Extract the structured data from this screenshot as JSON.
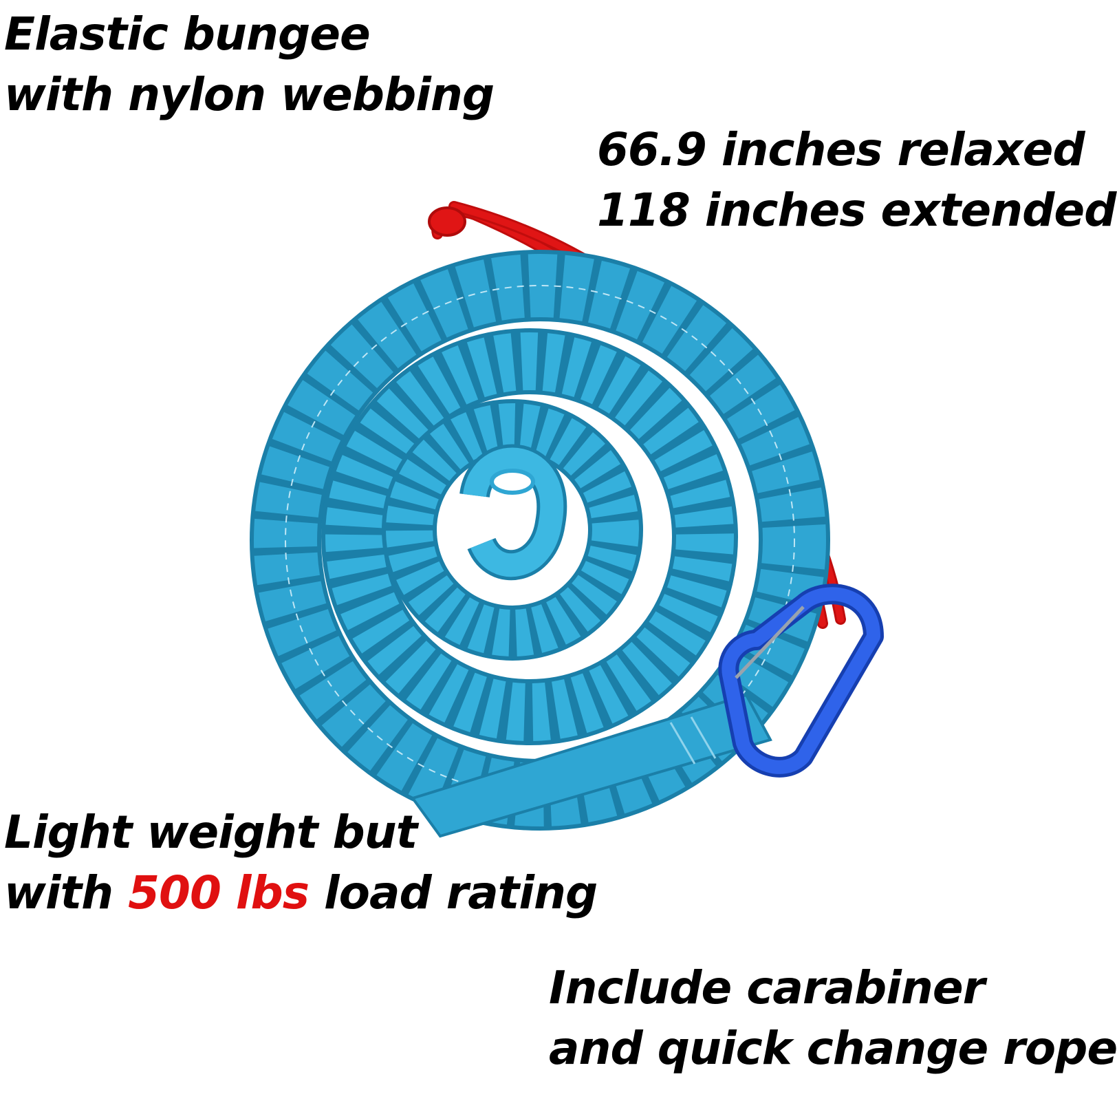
{
  "captions": {
    "elastic": {
      "line1": "Elastic bungee",
      "line2": "with nylon webbing"
    },
    "length": {
      "line1": "66.9 inches relaxed",
      "line2": "118 inches extended"
    },
    "weight": {
      "line1": "Light weight but",
      "line2_prefix": "with ",
      "highlight": "500 lbs",
      "line2_suffix": " load rating"
    },
    "include": {
      "line1": "Include carabiner",
      "line2": "and quick change rope"
    }
  },
  "colors": {
    "text": "#000000",
    "highlight": "#e01010",
    "bungee": "#2fa6d3",
    "bungee_dark": "#1b7fa8",
    "rope": "#e01515",
    "carabiner": "#1e4fd6"
  },
  "product": {
    "name": "bungee-tow-rope-icon",
    "parts": [
      "blue-bungee-coil",
      "red-rope-loop",
      "blue-carabiner",
      "flat-webbing-end"
    ]
  }
}
